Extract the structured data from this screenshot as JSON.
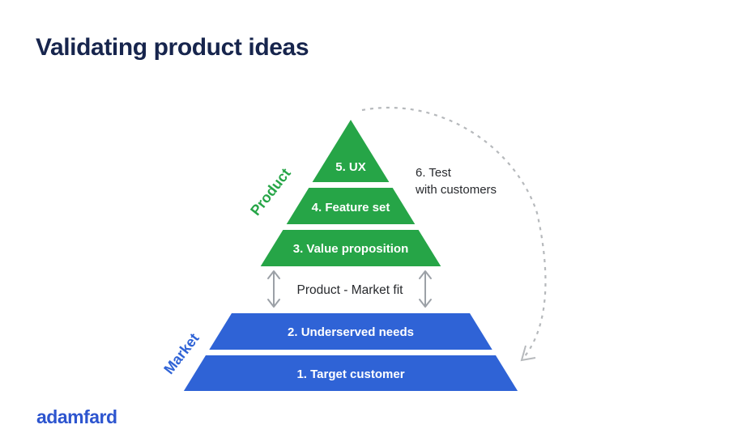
{
  "title": "Validating product ideas",
  "brand": {
    "logo_text": "adamfard"
  },
  "colors": {
    "background": "#ffffff",
    "title_navy": "#17254d",
    "product_green": "#26a547",
    "market_blue": "#2f63d6",
    "layer_text_white": "#ffffff",
    "annotation_text": "#27292d",
    "arrow_gray": "#9ca1a7",
    "dashed_arc_gray": "#b6b9bc",
    "logo_blue": "#2d55cf"
  },
  "pyramid": {
    "product_label": "Product",
    "market_label": "Market",
    "layers": [
      {
        "label": "5. UX",
        "group": "product"
      },
      {
        "label": "4. Feature set",
        "group": "product"
      },
      {
        "label": "3. Value proposition",
        "group": "product"
      },
      {
        "label": "2. Underserved needs",
        "group": "market"
      },
      {
        "label": "1. Target customer",
        "group": "market"
      }
    ],
    "fit_label": "Product - Market fit",
    "test_annotation": {
      "line1": "6. Test",
      "line2": "with customers"
    }
  }
}
